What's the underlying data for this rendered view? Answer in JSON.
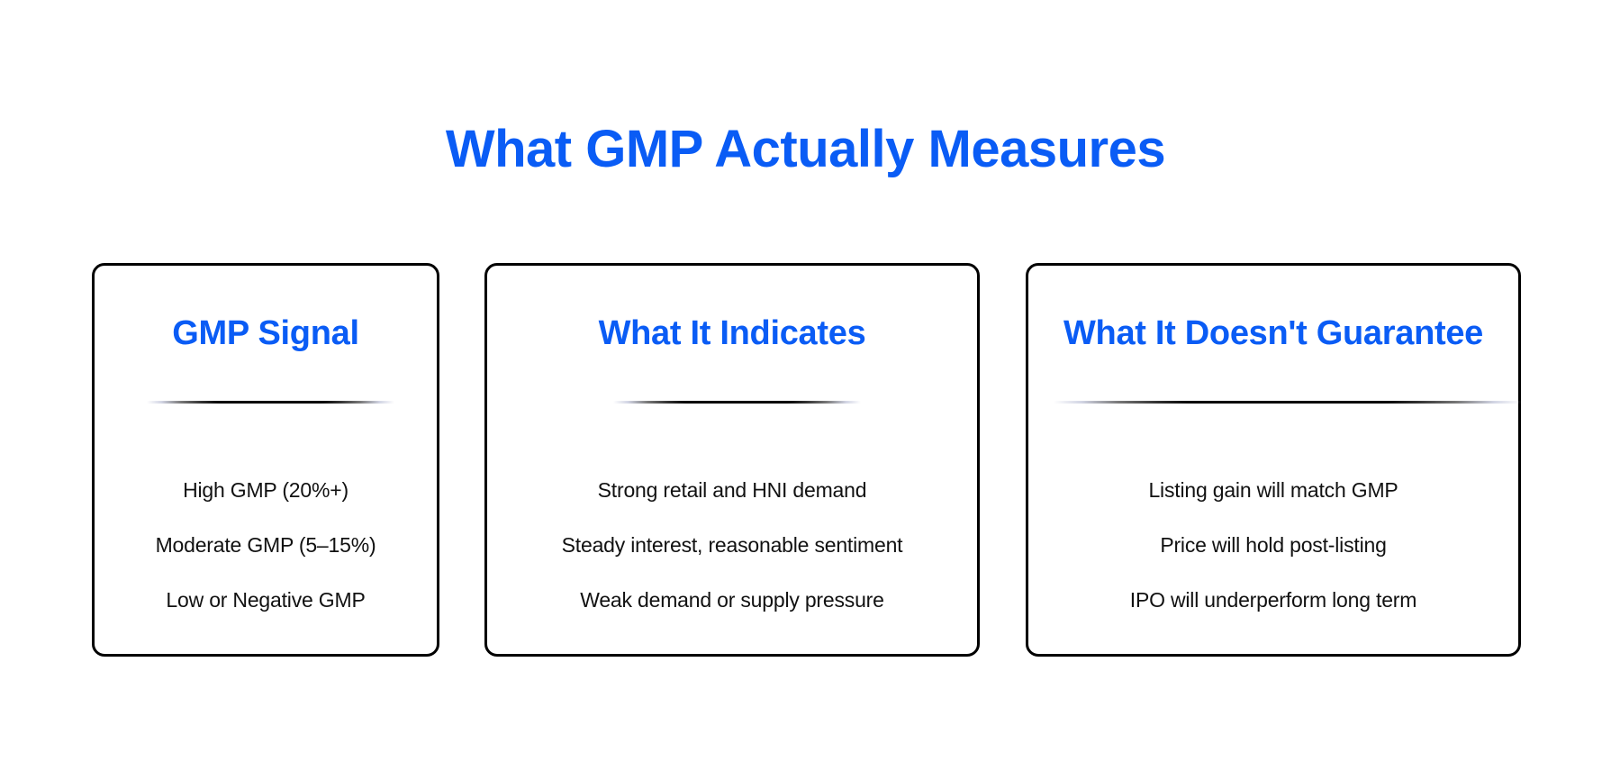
{
  "page": {
    "title": "What GMP Actually Measures",
    "accent_color": "#0a5cf5",
    "text_color": "#111111",
    "border_color": "#000000"
  },
  "cards": [
    {
      "heading": "GMP Signal",
      "items": [
        "High GMP (20%+)",
        "Moderate GMP (5–15%)",
        "Low or Negative GMP"
      ]
    },
    {
      "heading": "What It Indicates",
      "items": [
        "Strong retail and HNI demand",
        "Steady interest, reasonable sentiment",
        "Weak demand or supply pressure"
      ]
    },
    {
      "heading": "What It Doesn't Guarantee",
      "items": [
        "Listing gain will match GMP",
        "Price will hold post-listing",
        "IPO will underperform long term"
      ]
    }
  ]
}
